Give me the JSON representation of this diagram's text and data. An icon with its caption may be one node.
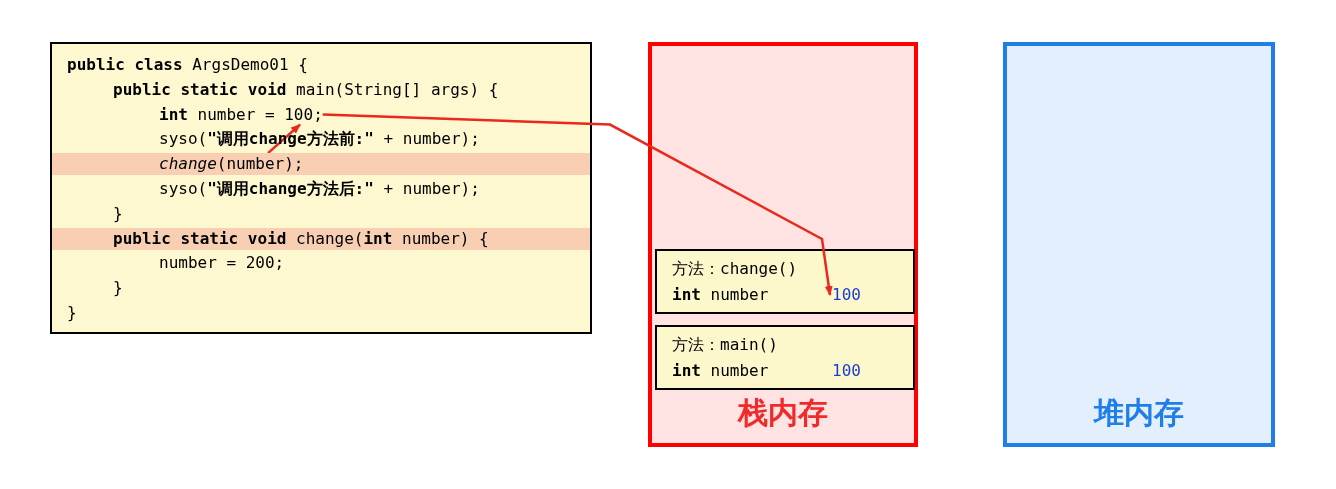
{
  "diagram": {
    "nodes": [
      {
        "text": [],
        "shape": "box"
      },
      {
        "text": [
          "**public class** ArgsDemo01 {"
        ],
        "in": 0
      },
      {
        "text": [
          "**public static void** main(String[] args) {"
        ],
        "in": 0
      },
      {
        "text": [
          "**int** number = 100;"
        ],
        "in": 0
      },
      {
        "text": [
          "syso(**\"调用change方法前:\"** + number);"
        ],
        "in": 0
      },
      {
        "text": [
          "*change*(number);"
        ],
        "in": 0
      },
      {
        "text": [
          "syso(**\"调用change方法后:\"** + number);"
        ],
        "in": 0
      },
      {
        "text": [
          "}"
        ],
        "in": 0
      },
      {
        "text": [
          "**public static void** change(**int** number) {"
        ],
        "in": 0
      },
      {
        "text": [
          "number = 200;"
        ],
        "in": 0
      },
      {
        "text": [
          "}"
        ],
        "in": 0
      },
      {
        "text": [
          "}"
        ],
        "in": 0
      },
      {
        "text": [
          "栈内存"
        ]
      },
      {
        "text": [
          "方法：change()",
          "**int** number"
        ],
        "in": 12
      },
      {
        "text": [
          "100"
        ],
        "in": 13
      },
      {
        "text": [
          "方法：main()",
          "**int** number"
        ],
        "in": 12
      },
      {
        "text": [
          "100"
        ],
        "in": 15
      },
      {
        "text": [
          "堆内存"
        ]
      }
    ],
    "edges": [
      {
        "from": 5,
        "to": 3,
        "arrow": "to"
      },
      {
        "from": 3,
        "to": 14,
        "arrow": "to"
      }
    ]
  }
}
